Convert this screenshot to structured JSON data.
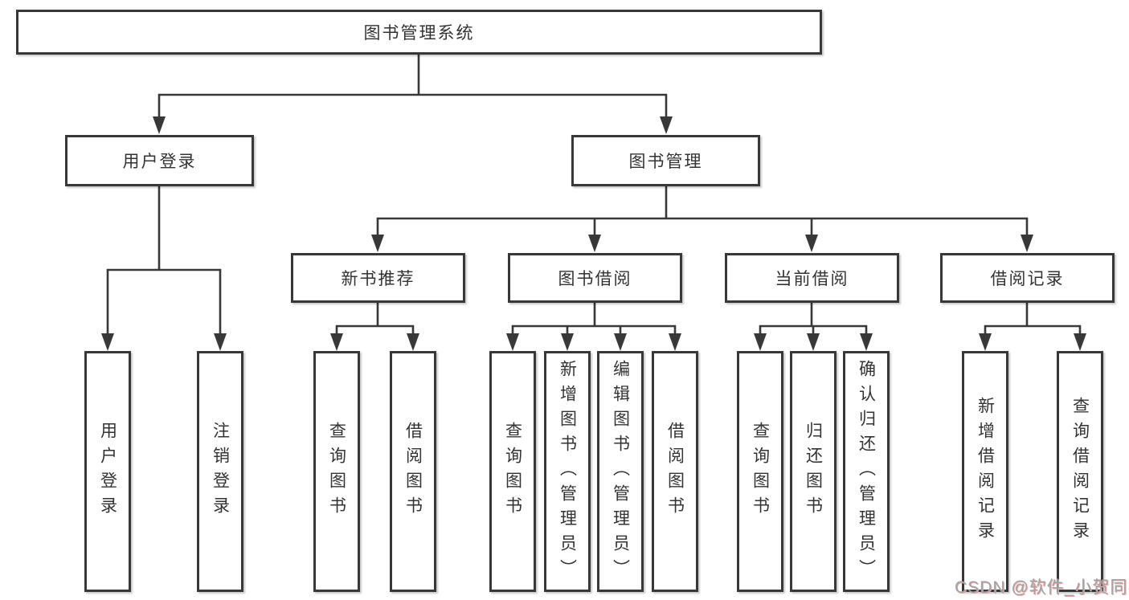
{
  "diagram": {
    "tree": {
      "root": {
        "label": "图书管理系统"
      },
      "branches": [
        {
          "label": "用户登录",
          "children": [
            {
              "label": "用户登录"
            },
            {
              "label": "注销登录"
            }
          ]
        },
        {
          "label": "图书管理",
          "children": [
            {
              "label": "新书推荐",
              "children": [
                {
                  "label": "查询图书"
                },
                {
                  "label": "借阅图书"
                }
              ]
            },
            {
              "label": "图书借阅",
              "children": [
                {
                  "label": "查询图书"
                },
                {
                  "label": "新增图书（管理员）"
                },
                {
                  "label": "编辑图书（管理员）"
                },
                {
                  "label": "借阅图书"
                }
              ]
            },
            {
              "label": "当前借阅",
              "children": [
                {
                  "label": "查询图书"
                },
                {
                  "label": "归还图书"
                },
                {
                  "label": "确认归还（管理员）"
                }
              ]
            },
            {
              "label": "借阅记录",
              "children": [
                {
                  "label": "新增借阅记录"
                },
                {
                  "label": "查询借阅记录"
                }
              ]
            }
          ]
        }
      ]
    }
  },
  "watermark": {
    "text": "CSDN @软件_小贺同学"
  },
  "colors": {
    "line": "#383838",
    "border": "#383838",
    "text": "#333333",
    "bg": "#ffffff",
    "wm": "#a3a3a3",
    "wm-shadow": "#e9a2a2"
  }
}
